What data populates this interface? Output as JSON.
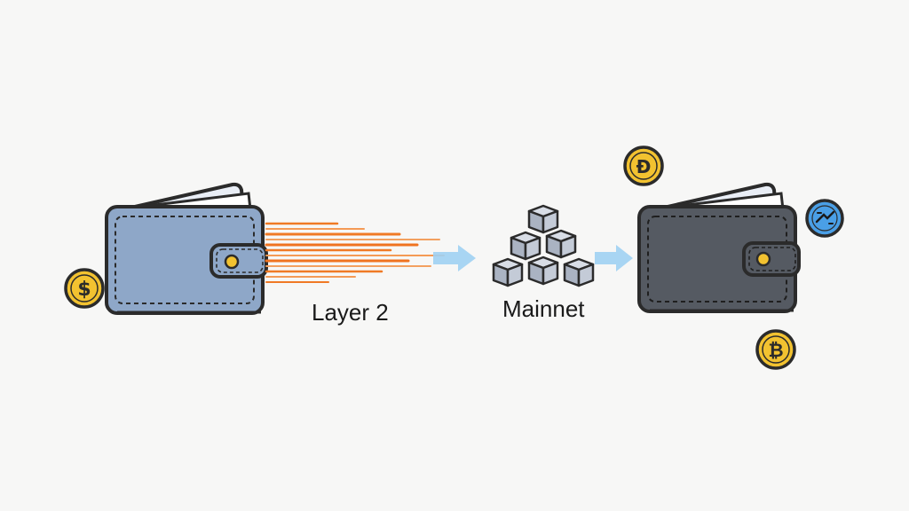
{
  "labels": {
    "layer2": "Layer 2",
    "mainnet": "Mainnet"
  },
  "icons": {
    "source_wallet": "wallet-icon",
    "dest_wallet": "wallet-icon",
    "speed_lines": "speed-lines",
    "arrow": "arrow-right-icon",
    "blocks": "blockchain-blocks-icon",
    "coin_dollar": "dollar-coin-icon",
    "coin_tether": "crypto-coin-icon",
    "coin_swap": "swap-coin-icon",
    "coin_bitcoin": "bitcoin-coin-icon"
  },
  "colors": {
    "source_wallet": "#8ea7c8",
    "dest_wallet": "#555a62",
    "speed_lines": "#f07a25",
    "arrow": "#9fd0f3",
    "blocks": "#b8bfcc",
    "coin_gold": "#f2c230",
    "coin_blue": "#4a9fe6",
    "outline": "#2b2b2b"
  }
}
